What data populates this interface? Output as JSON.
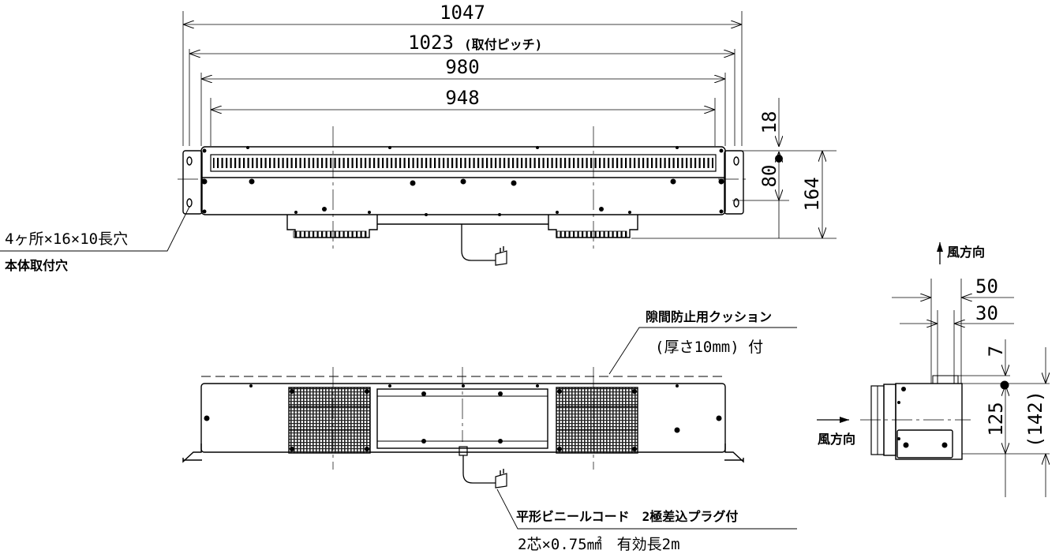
{
  "dimensions": {
    "overall_width": "1047",
    "mount_pitch": "1023",
    "mount_pitch_note": "(取付ピッチ)",
    "width_980": "980",
    "width_948": "948",
    "top_offset": "18",
    "height_80": "80",
    "height_164": "164",
    "side_50": "50",
    "side_30": "30",
    "side_7": "7",
    "side_125": "125",
    "side_142": "(142)"
  },
  "notes": {
    "slot_spec": "4ヶ所×16×10長穴",
    "mount_hole": "本体取付穴",
    "cushion": "隙間防止用クッション",
    "cushion_thickness": "(厚さ10mm) 付",
    "cord_type": "平形ビニールコード　2極差込プラグ付",
    "cord_spec": "2芯×0.75㎟　有効長2m",
    "airflow_up": "風方向",
    "airflow_side": "風方向"
  }
}
